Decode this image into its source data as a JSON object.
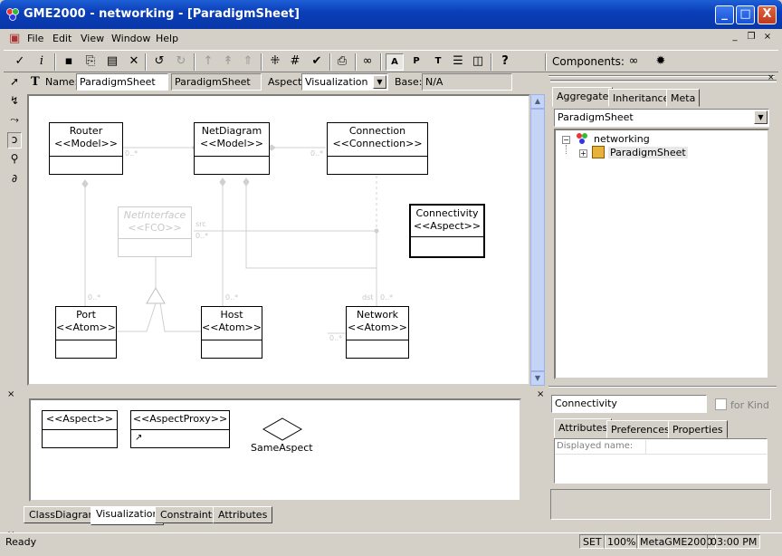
{
  "window": {
    "title": "GME2000 - networking - [ParadigmSheet]",
    "min_label": "_",
    "max_label": "□",
    "close_label": "X"
  },
  "menu": {
    "items": [
      "File",
      "Edit",
      "View",
      "Window",
      "Help"
    ],
    "mdi_min": "_",
    "mdi_restore": "❐",
    "mdi_close": "×"
  },
  "toolbar": {
    "components_label": "Components:"
  },
  "namebar": {
    "name_label": "Name:",
    "name_value": "ParadigmSheet",
    "kind_value": "ParadigmSheet",
    "aspect_label": "Aspect:",
    "aspect_value": "Visualization",
    "base_label": "Base:",
    "base_value": "N/A"
  },
  "diagram": {
    "boxes": {
      "router": {
        "name": "Router",
        "stereotype": "<<Model>>"
      },
      "netdiagram": {
        "name": "NetDiagram",
        "stereotype": "<<Model>>"
      },
      "connection": {
        "name": "Connection",
        "stereotype": "<<Connection>>"
      },
      "netinterface": {
        "name": "NetInterface",
        "stereotype": "<<FCO>>"
      },
      "connectivity": {
        "name": "Connectivity",
        "stereotype": "<<Aspect>>"
      },
      "port": {
        "name": "Port",
        "stereotype": "<<Atom>>"
      },
      "host": {
        "name": "Host",
        "stereotype": "<<Atom>>"
      },
      "network": {
        "name": "Network",
        "stereotype": "<<Atom>>"
      }
    },
    "labels": {
      "router_mult": "0..*",
      "connection_mult": "0..*",
      "src": "src",
      "src_mult": "0..*",
      "port_mult": "0..*",
      "host_mult": "0..*",
      "dst": "dst",
      "network_mult": "0..*",
      "network_side_mult": "0..*"
    }
  },
  "parts": {
    "aspect": "<<Aspect>>",
    "aspect_proxy": "<<AspectProxy>>",
    "same_aspect": "SameAspect"
  },
  "bottom_tabs": [
    "ClassDiagram",
    "Visualization",
    "Constraints",
    "Attributes"
  ],
  "browser": {
    "tabs": [
      "Aggregate",
      "Inheritance",
      "Meta"
    ],
    "filter_value": "ParadigmSheet",
    "tree_root": "networking",
    "tree_child": "ParadigmSheet"
  },
  "inspector": {
    "object_name": "Connectivity",
    "for_kind_label": "for Kind",
    "tabs": [
      "Attributes",
      "Preferences",
      "Properties"
    ],
    "displayed_name_label": "Displayed name:"
  },
  "status": {
    "text": "Ready",
    "mode": "SET",
    "zoom": "100%",
    "paradigm": "MetaGME2000",
    "time": "03:00 PM"
  },
  "colors": {
    "titlebar": "#0a3fb8",
    "face": "#d4d0c8",
    "faded_line": "#c8c8c8"
  }
}
